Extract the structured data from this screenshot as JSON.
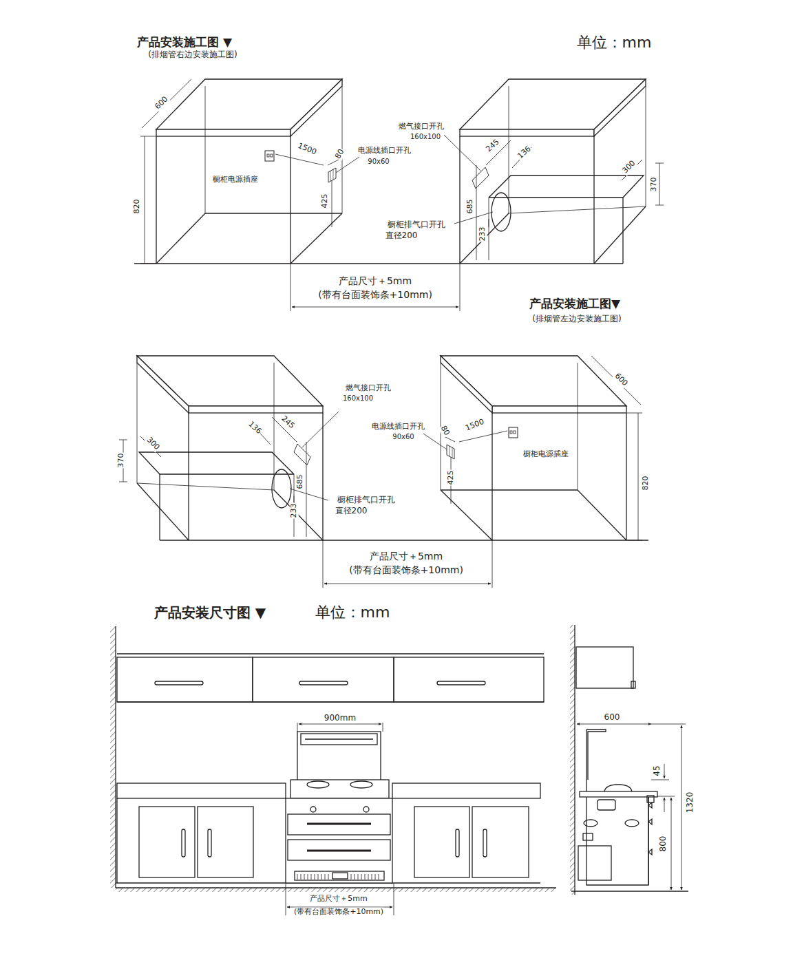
{
  "diagram": {
    "labels": [
      "产品安装施工图 ▼",
      "(排烟管右边安装施工图)",
      "单位：mm",
      "600",
      "820",
      "橱柜电源插座",
      "1500",
      "80",
      "电源线插口开孔",
      "90x60",
      "425",
      "燃气接口开孔",
      "160x100",
      "245",
      "136",
      "300",
      "370",
      "685",
      "233",
      "橱柜排气口开孔",
      "直径200",
      "产品尺寸＋5mm",
      "(带有台面装饰条+10mm)",
      "产品安装施工图▼",
      "(排烟管左边安装施工图)",
      "燃气接口开孔",
      "160x100",
      "136",
      "245",
      "300",
      "370",
      "685",
      "233",
      "橱柜排气口开孔",
      "直径200",
      "电源线插口开孔",
      "90x60",
      "80",
      "1500",
      "橱柜电源插座",
      "600",
      "425",
      "820",
      "产品尺寸＋5mm",
      "(带有台面装饰条+10mm)",
      "产品安装尺寸图 ▼",
      "单位：mm",
      "900mm",
      "600",
      "45",
      "1320",
      "800",
      "产品尺寸＋5mm",
      "(带有台面装饰条+10mm)"
    ]
  }
}
